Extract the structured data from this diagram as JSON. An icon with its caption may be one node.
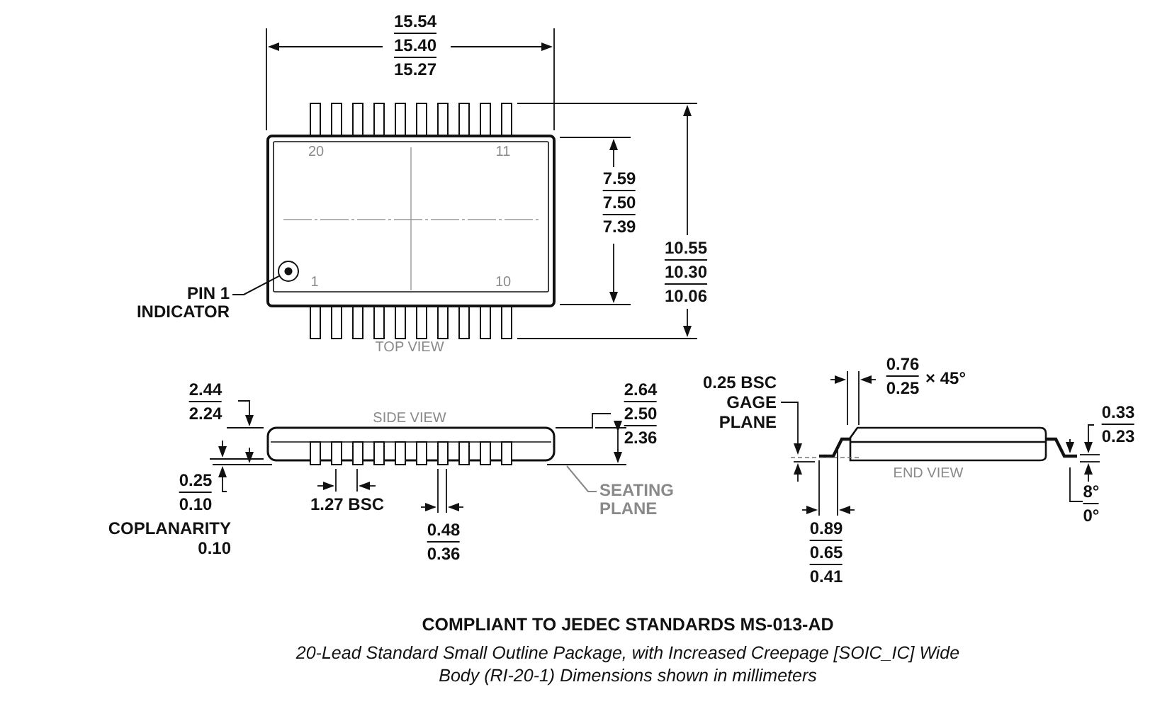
{
  "diagram": {
    "caption": "20-Lead Standard Small Outline Package, with Increased Creepage [SOIC_IC] Wide Body (RI-20-1) Dimensions shown in millimeters",
    "nodes": [
      {
        "text": [
          "PIN 1 INDICATOR"
        ]
      },
      {
        "text": [],
        "shape": "circle"
      },
      {
        "text": [
          "SEATING PLANE"
        ]
      }
    ],
    "edges": [
      {
        "from": 0,
        "to": 1,
        "arrow": "none"
      },
      {
        "from": 2,
        "to": null,
        "arrow": "none",
        "color": "#888888"
      }
    ],
    "labels": [
      "15.54",
      "15.40",
      "15.27",
      "20",
      "11",
      "7.59",
      "7.50",
      "7.39",
      "10.55",
      "10.30",
      "10.06",
      "1",
      "10",
      "TOP VIEW",
      "0.76",
      "0.25",
      "× 45°",
      "0.25 BSC GAGE PLANE",
      "2.44",
      "2.24",
      "2.64",
      "2.50",
      "2.36",
      "SIDE VIEW",
      "0.33",
      "0.23",
      "END VIEW",
      "0.25",
      "0.10",
      "1.27 BSC",
      "8°",
      "0°",
      "COPLANARITY 0.10",
      "0.48",
      "0.36",
      "0.89",
      "0.65",
      "0.41",
      "COMPLIANT TO JEDEC STANDARDS MS-013-AD"
    ]
  }
}
